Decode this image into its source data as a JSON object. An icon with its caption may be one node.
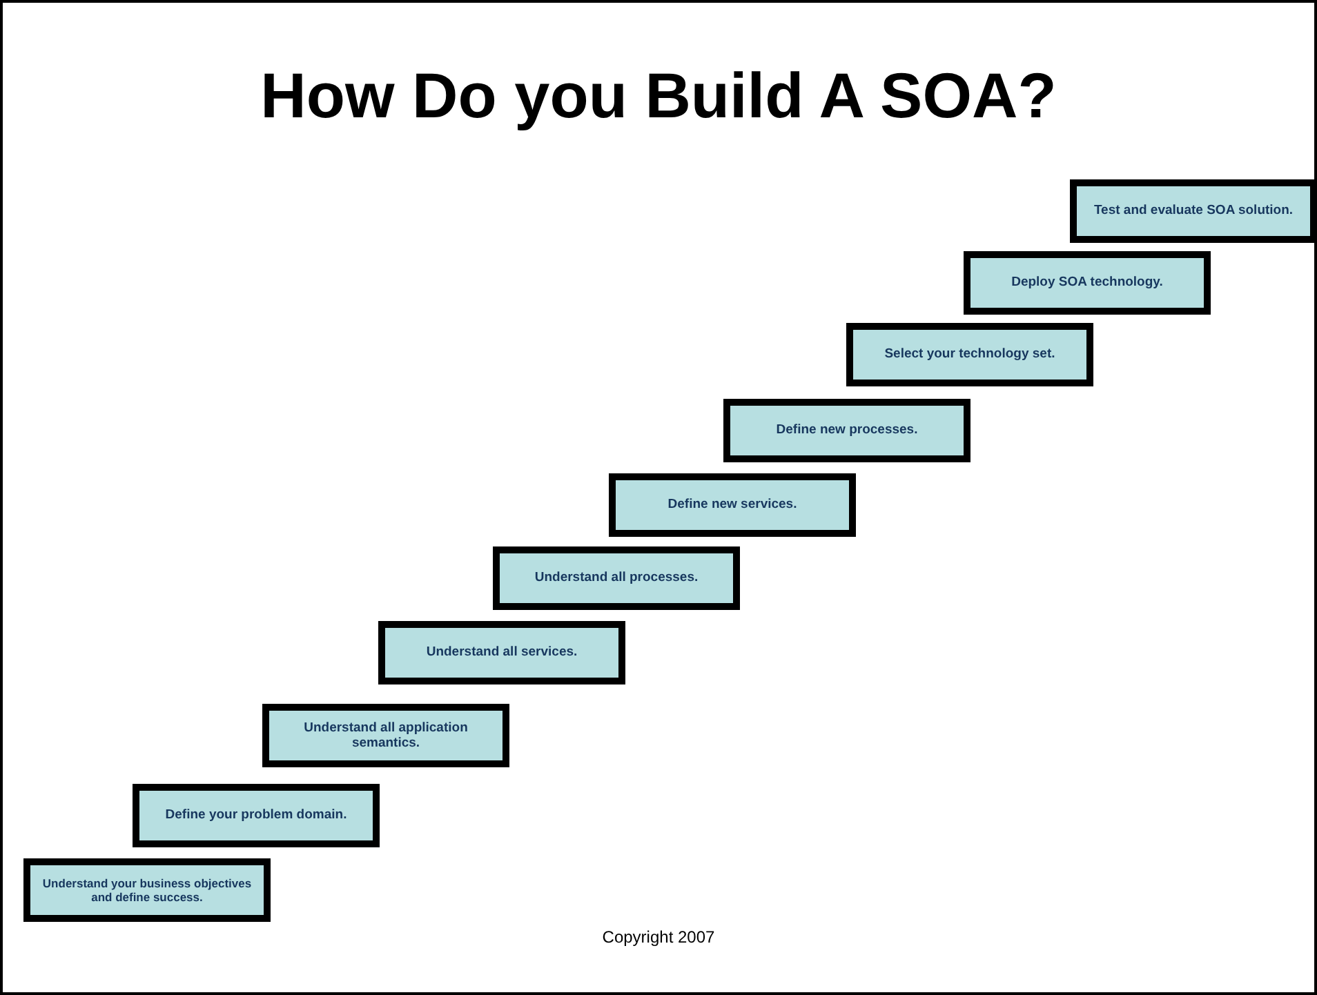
{
  "diagram": {
    "title": "How Do you Build A SOA?",
    "nodes": [
      {
        "text": [
          "Understand your business objectives and define success."
        ]
      },
      {
        "text": [
          "Define your problem domain."
        ]
      },
      {
        "text": [
          "Understand all application semantics."
        ]
      },
      {
        "text": [
          "Understand all services."
        ]
      },
      {
        "text": [
          "Understand all processes."
        ]
      },
      {
        "text": [
          "Define new services."
        ]
      },
      {
        "text": [
          "Define new processes."
        ]
      },
      {
        "text": [
          "Select your technology set."
        ]
      },
      {
        "text": [
          "Deploy SOA technology."
        ]
      },
      {
        "text": [
          "Test and evaluate SOA solution."
        ]
      }
    ],
    "labels": [
      "Copyright 2007"
    ]
  }
}
